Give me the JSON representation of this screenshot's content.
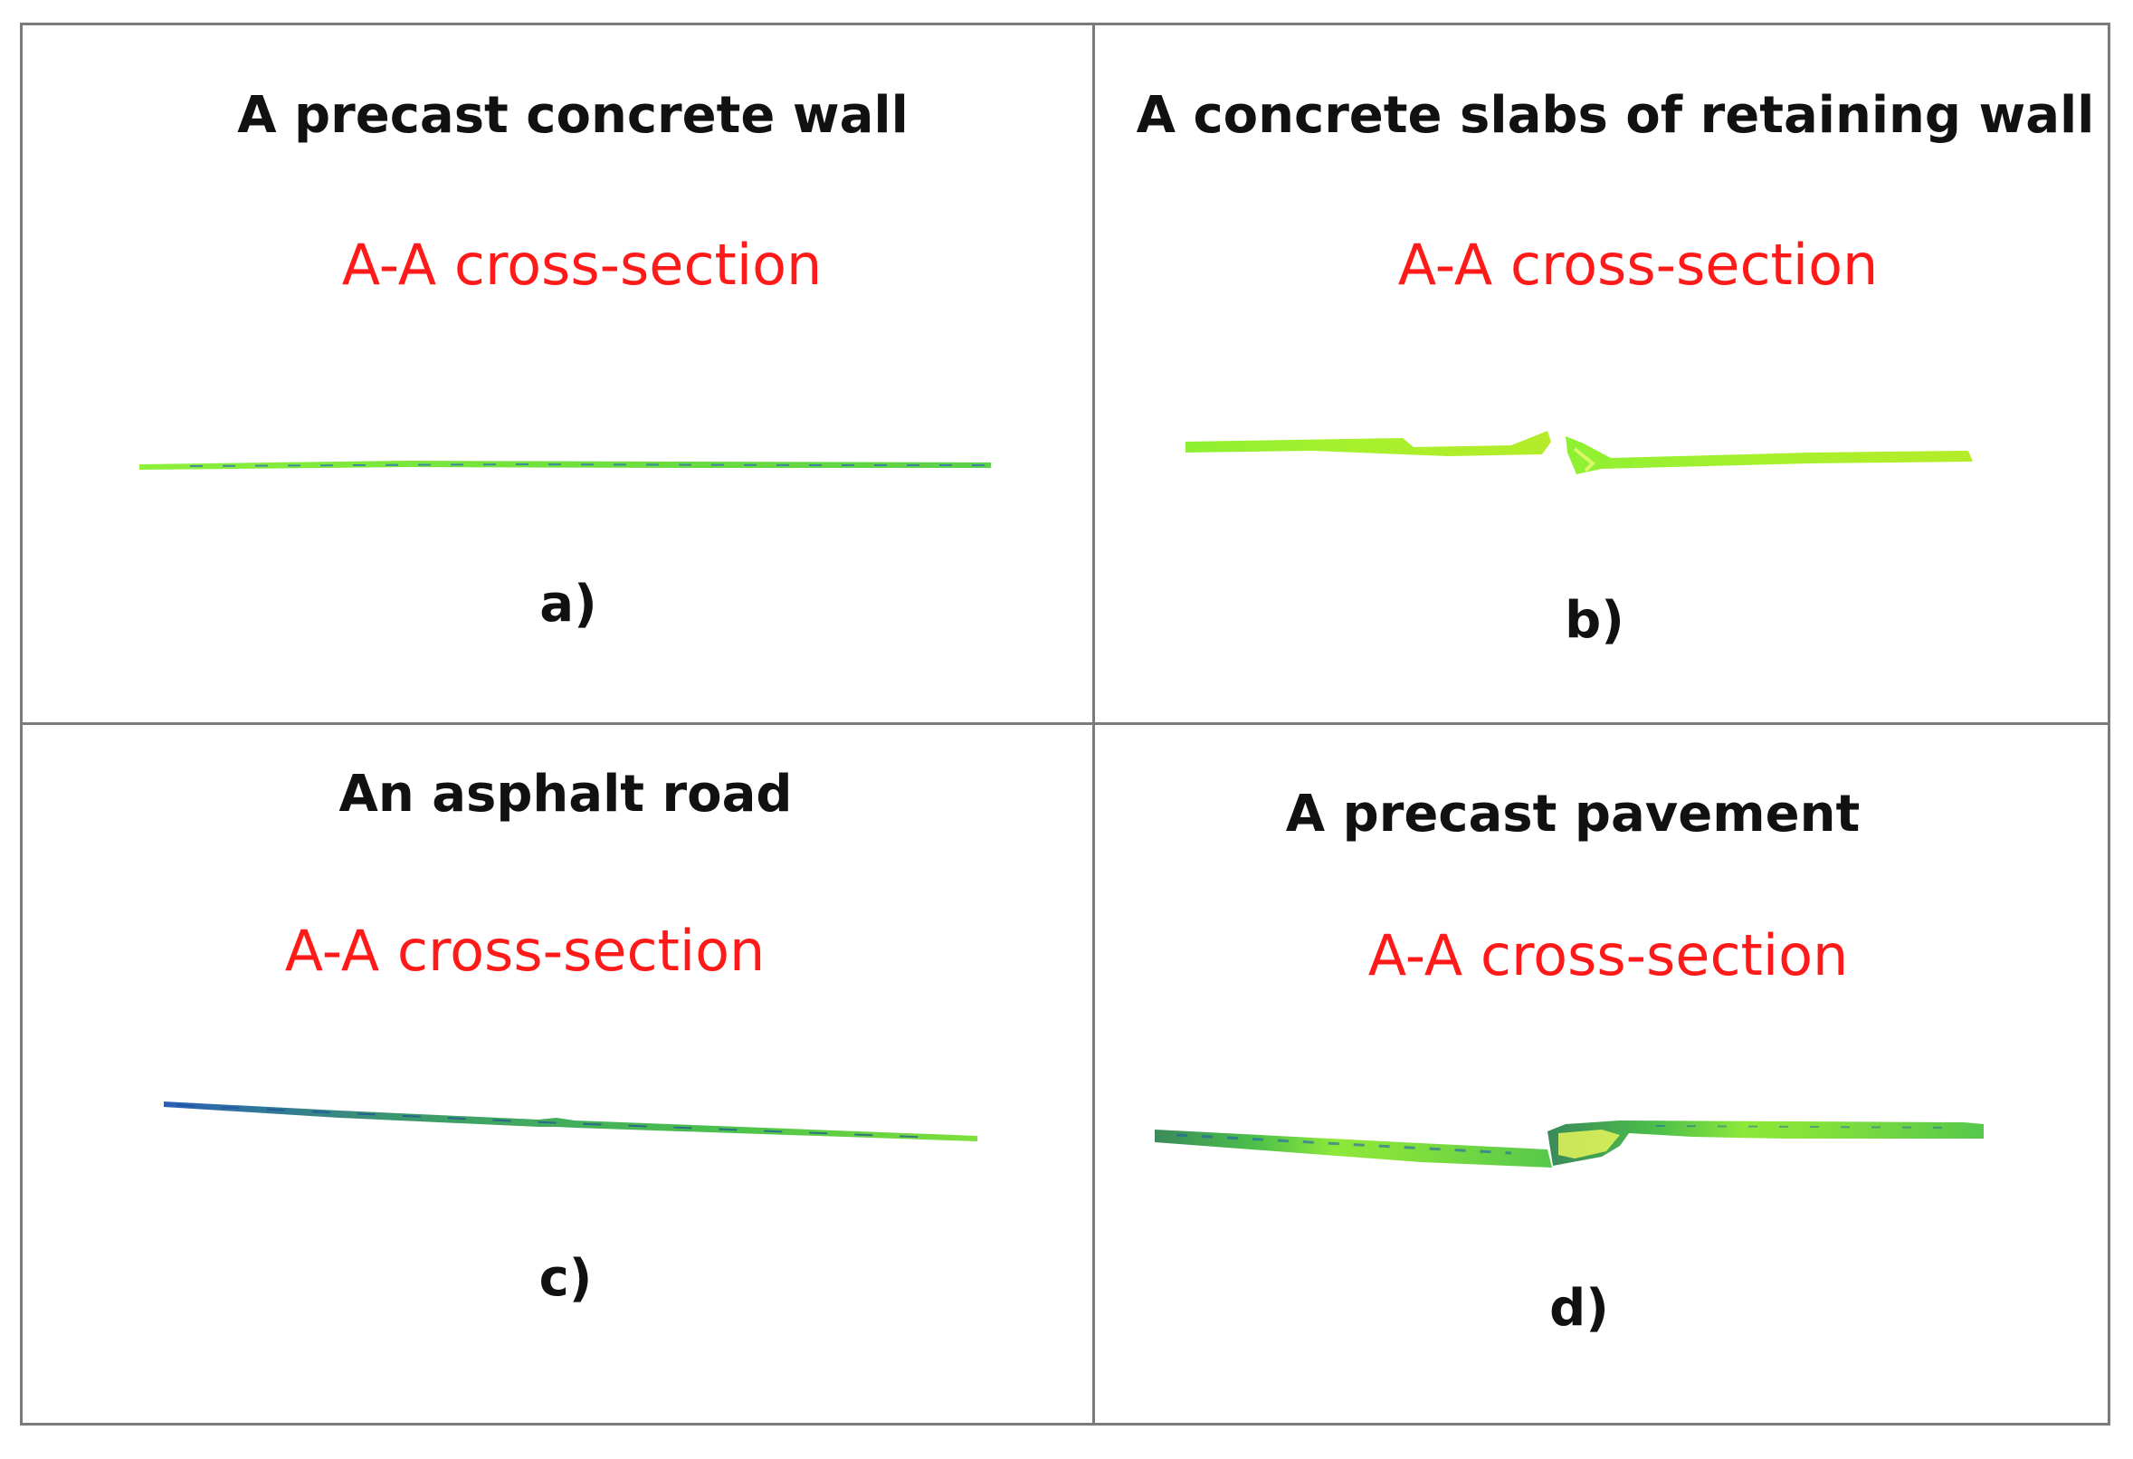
{
  "panels": [
    {
      "title": "A precast concrete wall",
      "section_label": "A-A cross-section",
      "tag": "a)"
    },
    {
      "title": "A concrete slabs of retaining wall",
      "section_label": "A-A cross-section",
      "tag": "b)"
    },
    {
      "title": "An asphalt road",
      "section_label": "A-A cross-section",
      "tag": "c)"
    },
    {
      "title": "A precast pavement",
      "section_label": "A-A cross-section",
      "tag": "d)"
    }
  ],
  "colors": {
    "grid_line": "#7a7a7a",
    "section_label": "#ff1a1a",
    "profile_green": "#66e033",
    "profile_lime": "#b8f02a",
    "profile_blue": "#1f5fb0",
    "profile_yellow": "#e6f55a"
  }
}
